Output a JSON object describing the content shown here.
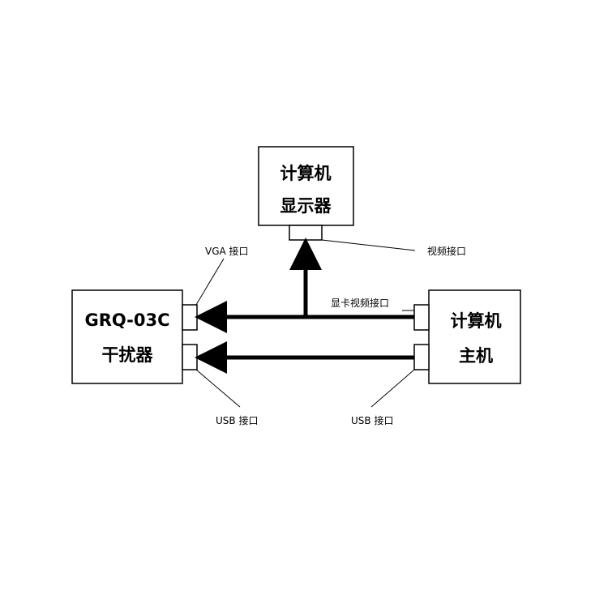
{
  "monitor": {
    "line1": "计算机",
    "line2": "显示器"
  },
  "jammer": {
    "line1": "GRQ-03C",
    "line2": "干扰器"
  },
  "host": {
    "line1": "计算机",
    "line2": "主机"
  },
  "labels": {
    "vga_port": "VGA 接口",
    "video_port": "视频接口",
    "gpu_video_port": "显卡视频接口",
    "usb_port_left": "USB 接口",
    "usb_port_right": "USB 接口"
  }
}
